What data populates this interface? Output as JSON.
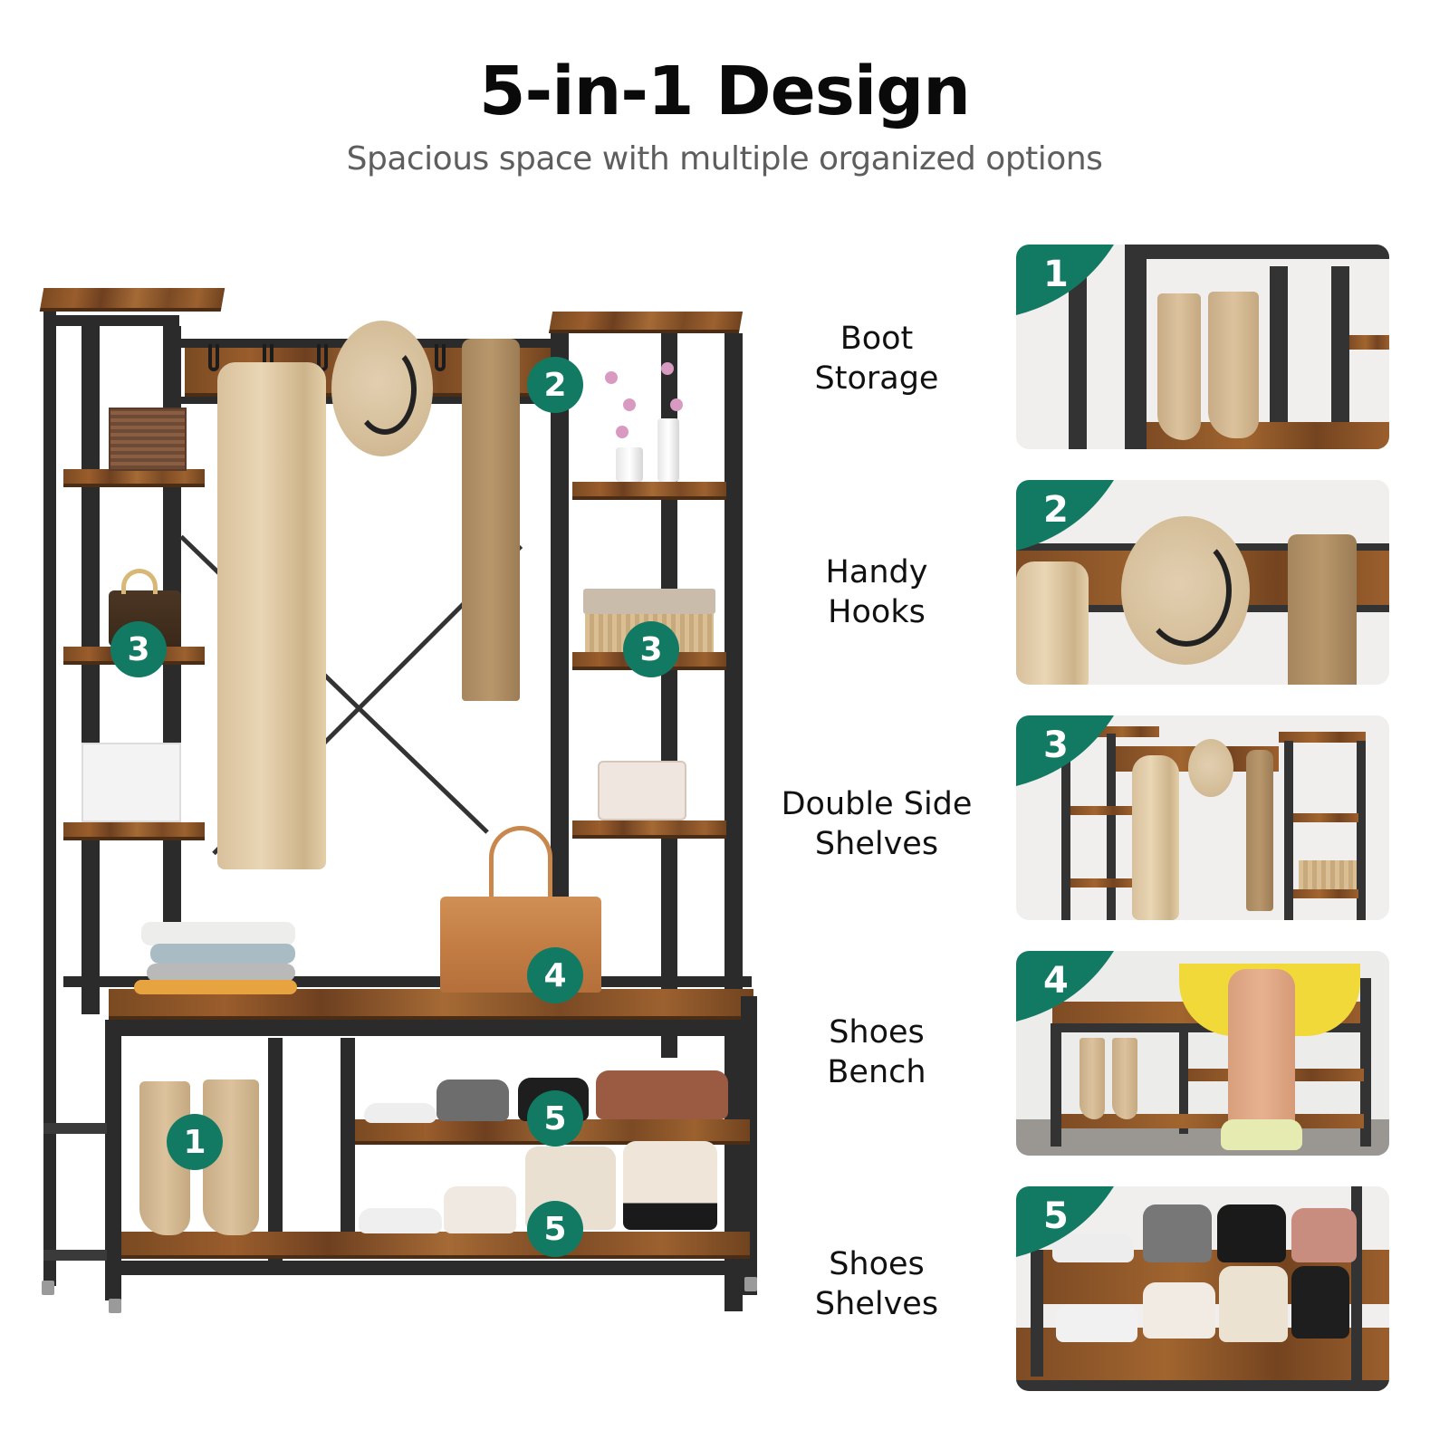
{
  "header": {
    "title": "5-in-1 Design",
    "subtitle": "Spacious space with multiple organized options"
  },
  "colors": {
    "accent_green": "#127a63",
    "title_color": "#0a0a0a",
    "subtitle_color": "#5e5e5e",
    "wood": "#8b5a2b",
    "metal": "#2b2b2b"
  },
  "product_badges": [
    {
      "number": "1",
      "feature": "Boot Storage"
    },
    {
      "number": "2",
      "feature": "Handy Hooks"
    },
    {
      "number": "3",
      "feature": "Double Side Shelves"
    },
    {
      "number": "3",
      "feature": "Double Side Shelves"
    },
    {
      "number": "4",
      "feature": "Shoes Bench"
    },
    {
      "number": "5",
      "feature": "Shoes Shelves"
    },
    {
      "number": "5",
      "feature": "Shoes Shelves"
    }
  ],
  "features": [
    {
      "number": "1",
      "line1": "Boot",
      "line2": "Storage"
    },
    {
      "number": "2",
      "line1": "Handy",
      "line2": "Hooks"
    },
    {
      "number": "3",
      "line1": "Double Side",
      "line2": "Shelves"
    },
    {
      "number": "4",
      "line1": "Shoes",
      "line2": "Bench"
    },
    {
      "number": "5",
      "line1": "Shoes",
      "line2": "Shelves"
    }
  ]
}
